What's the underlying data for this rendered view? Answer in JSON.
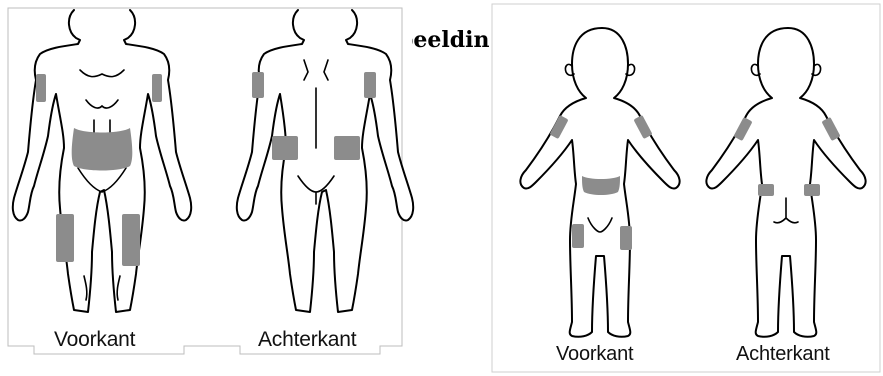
{
  "background_heading": "beeldin",
  "adult_panel": {
    "front_label": "Voorkant",
    "back_label": "Achterkant"
  },
  "child_panel": {
    "front_label": "Voorkant",
    "back_label": "Achterkant"
  },
  "colors": {
    "injection_zone": "#8c8c8c",
    "outline": "#000000",
    "background": "#ffffff"
  }
}
